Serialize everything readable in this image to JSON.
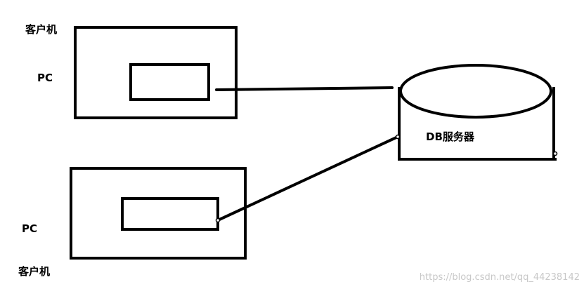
{
  "labels": {
    "client_top": "客户机",
    "pc_top": "PC",
    "client_bottom": "客户机",
    "pc_bottom": "PC",
    "db_server": "DB服务器"
  },
  "watermark": "https://blog.csdn.net/qq_44238142",
  "colors": {
    "stroke": "#000000",
    "background": "#ffffff",
    "watermark": "#c8c8c8"
  }
}
